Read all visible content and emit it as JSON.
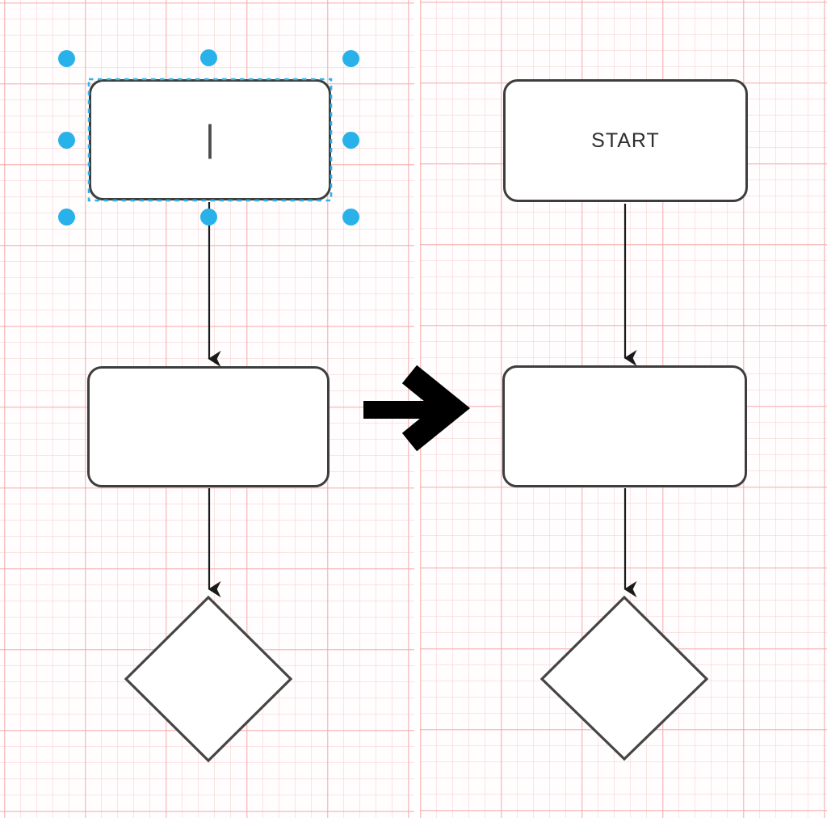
{
  "canvas": {
    "description": "flowchart editor before-and-after: empty selected node becomes START node",
    "grid_minor_color": "#f7cccc",
    "grid_major_color": "#f2a6a6",
    "node_stroke_color": "#3d3d3d",
    "edge_color": "#1a1a1a"
  },
  "selection": {
    "handle_color": "#29b2ea",
    "outline_color": "#2bb3ea",
    "handle_count": 8,
    "state": "editing-text"
  },
  "before": {
    "start_node_label": "",
    "caret": "|",
    "process_node_label": "",
    "decision_node_label": ""
  },
  "after": {
    "start_node_label": "START",
    "process_node_label": "",
    "decision_node_label": ""
  },
  "transform_arrow": {
    "glyph": "→",
    "color": "#000000"
  }
}
